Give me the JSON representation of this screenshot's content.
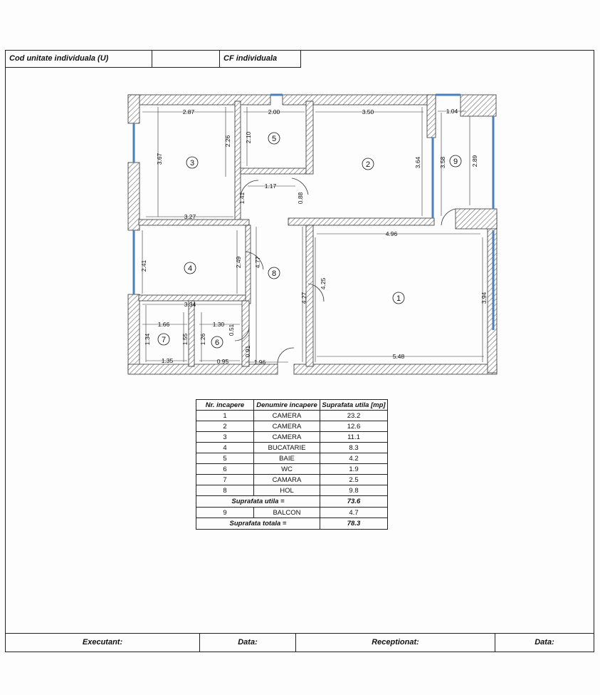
{
  "header": {
    "unit_label": "Cod unitate individuala (U)",
    "cf_label": "CF individuala"
  },
  "plan": {
    "rooms": [
      {
        "num": "1"
      },
      {
        "num": "2"
      },
      {
        "num": "3"
      },
      {
        "num": "4"
      },
      {
        "num": "5"
      },
      {
        "num": "6"
      },
      {
        "num": "7"
      },
      {
        "num": "8"
      },
      {
        "num": "9"
      }
    ],
    "dimensions": [
      "2.87",
      "2.00",
      "3.50",
      "1.04",
      "3.67",
      "2.26",
      "2.10",
      "3.64",
      "3.58",
      "2.89",
      "1.17",
      "1.41",
      "0.88",
      "3.27",
      "4.96",
      "2.41",
      "2.49",
      "4.77",
      "4.25",
      "4.27",
      "3.94",
      "3.34",
      "1.66",
      "1.30",
      "1.34",
      "1.55",
      "1.26",
      "0.51",
      "0.91",
      "1.35",
      "0.95",
      "1.96",
      "5.48"
    ]
  },
  "table": {
    "headers": [
      "Nr. incapere",
      "Denumire incapere",
      "Suprafata utila [mp]"
    ],
    "rows": [
      {
        "nr": "1",
        "name": "CAMERA",
        "area": "23.2"
      },
      {
        "nr": "2",
        "name": "CAMERA",
        "area": "12.6"
      },
      {
        "nr": "3",
        "name": "CAMERA",
        "area": "11.1"
      },
      {
        "nr": "4",
        "name": "BUCATARIE",
        "area": "8.3"
      },
      {
        "nr": "5",
        "name": "BAIE",
        "area": "4.2"
      },
      {
        "nr": "6",
        "name": "WC",
        "area": "1.9"
      },
      {
        "nr": "7",
        "name": "CAMARA",
        "area": "2.5"
      },
      {
        "nr": "8",
        "name": "HOL",
        "area": "9.8"
      }
    ],
    "useful_label": "Suprafata utila =",
    "useful_value": "73.6",
    "balcony": {
      "nr": "9",
      "name": "BALCON",
      "area": "4.7"
    },
    "total_label": "Suprafata totala =",
    "total_value": "78.3"
  },
  "footer": {
    "executant": "Executant:",
    "data1": "Data:",
    "receptionat": "Receptionat:",
    "data2": "Data:"
  }
}
